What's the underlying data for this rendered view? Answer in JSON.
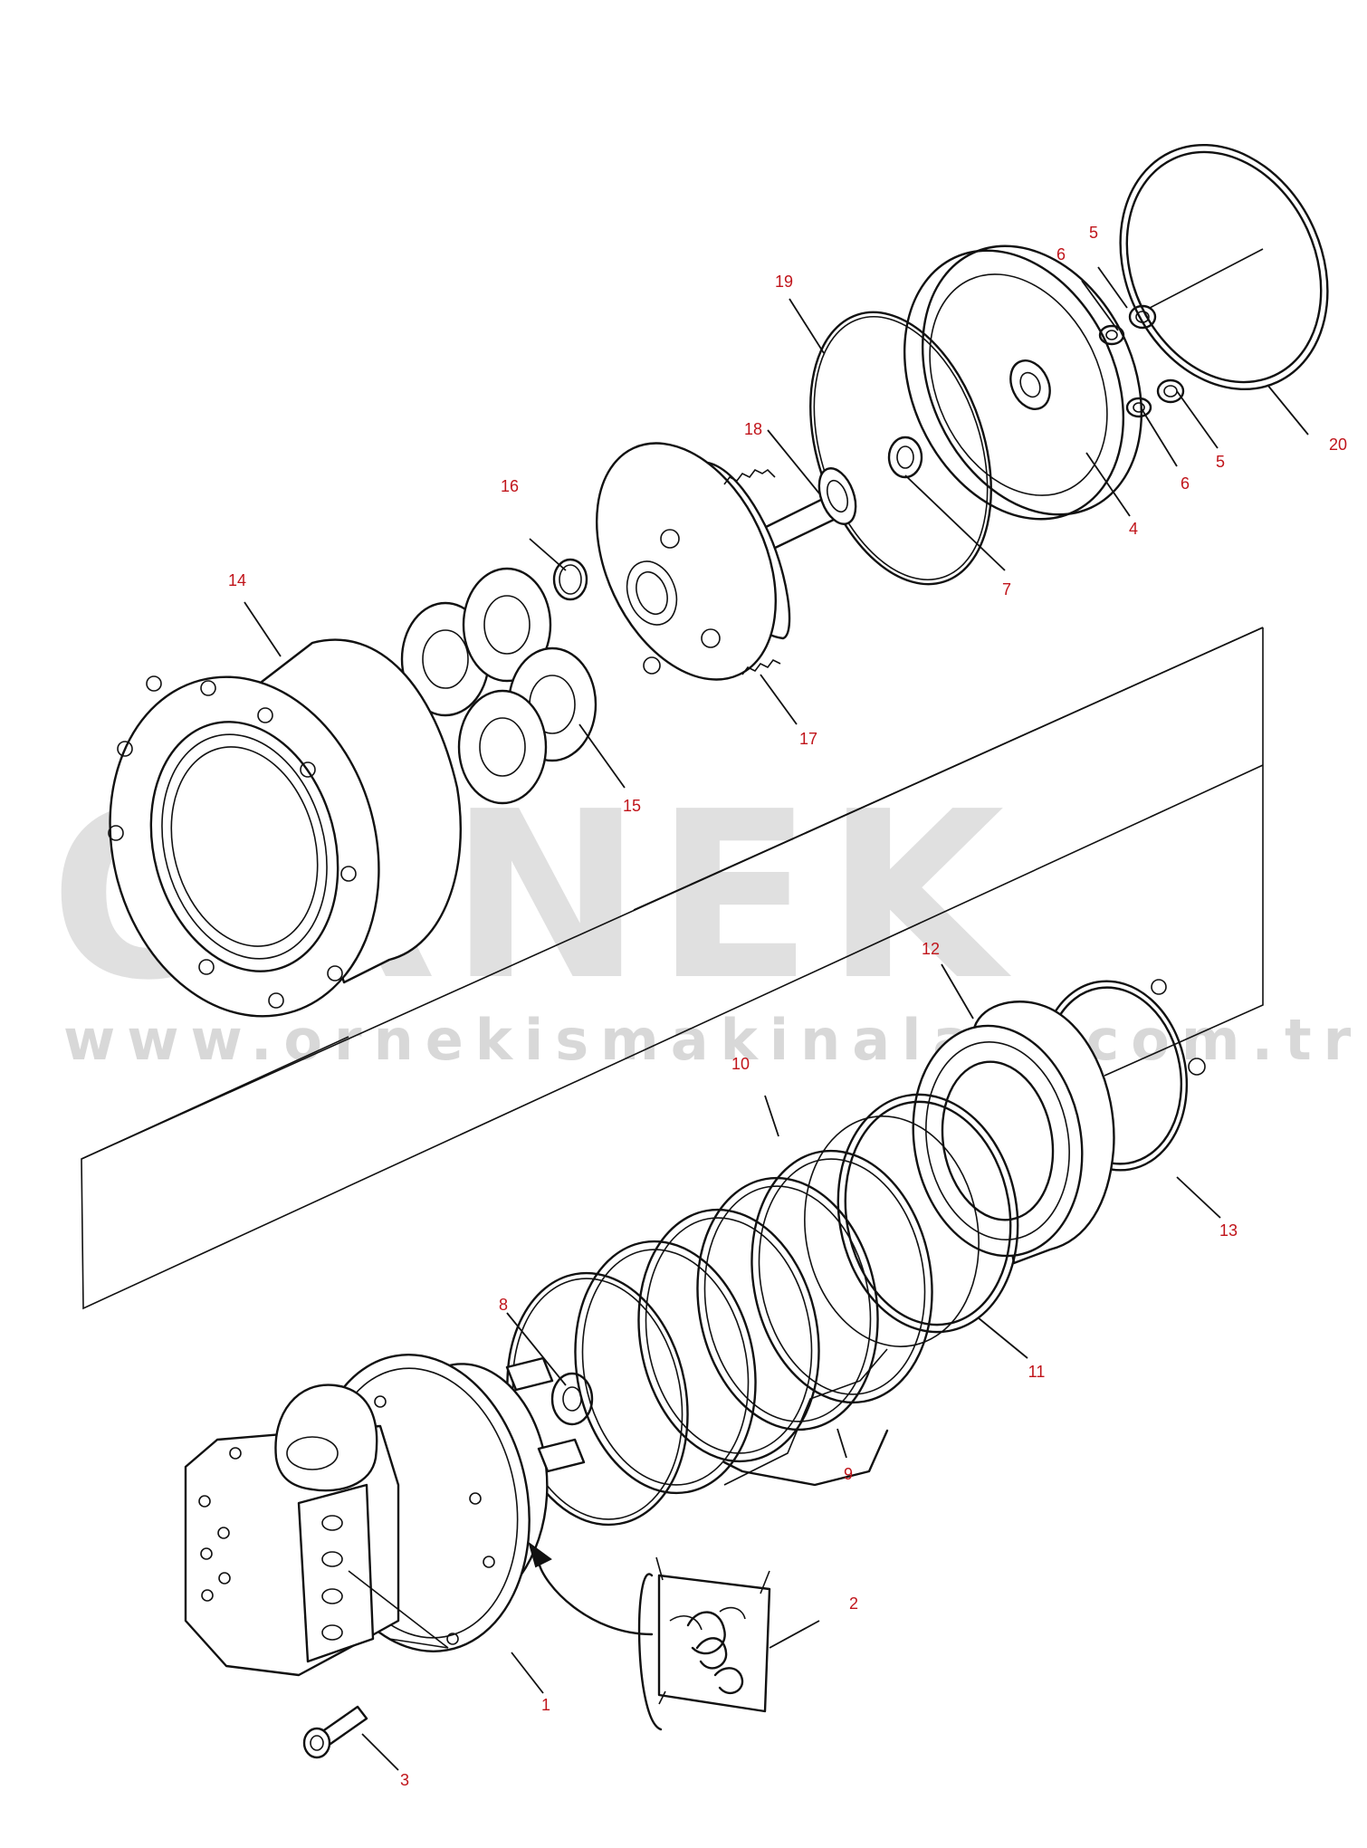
{
  "watermark": {
    "brand": "ORNEK",
    "url": "www.ornekismakinalari.com.tr"
  },
  "callouts": [
    "1",
    "2",
    "3",
    "4",
    "5",
    "5",
    "6",
    "6",
    "7",
    "8",
    "9",
    "10",
    "11",
    "12",
    "13",
    "14",
    "15",
    "16",
    "17",
    "18",
    "19",
    "20"
  ],
  "colors": {
    "callout": "#c0141a",
    "line": "#111111",
    "watermark": "#c8c8c8"
  }
}
